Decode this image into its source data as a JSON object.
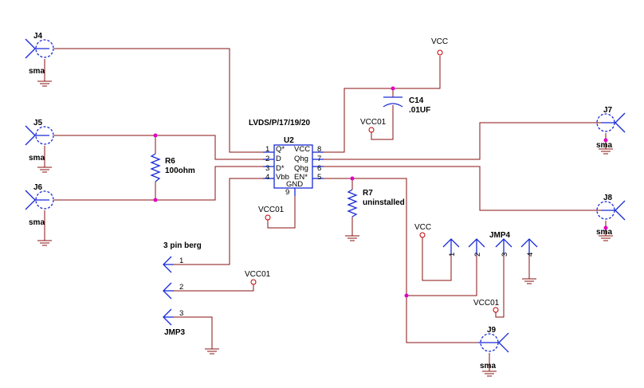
{
  "title": "LVDS/P/17/19/20",
  "ic": {
    "ref": "U2",
    "left_pins": [
      {
        "num": "1",
        "name": "Q*"
      },
      {
        "num": "2",
        "name": "D"
      },
      {
        "num": "3",
        "name": "D*"
      },
      {
        "num": "4",
        "name": "Vbb"
      }
    ],
    "right_pins": [
      {
        "num": "8",
        "name": "VCC"
      },
      {
        "num": "7",
        "name": "Qhg"
      },
      {
        "num": "6",
        "name": "Qhg"
      },
      {
        "num": "5",
        "name": "EN*"
      }
    ],
    "bottom_pin": {
      "num": "9",
      "name": "GND"
    }
  },
  "connectors": {
    "J4": {
      "ref": "J4",
      "type": "sma"
    },
    "J5": {
      "ref": "J5",
      "type": "sma"
    },
    "J6": {
      "ref": "J6",
      "type": "sma"
    },
    "J7": {
      "ref": "J7",
      "type": "sma"
    },
    "J8": {
      "ref": "J8",
      "type": "sma"
    },
    "J9": {
      "ref": "J9",
      "type": "sma"
    }
  },
  "resistors": {
    "R6": {
      "ref": "R6",
      "value": "100ohm"
    },
    "R7": {
      "ref": "R7",
      "value": "uninstalled"
    }
  },
  "capacitor": {
    "ref": "C14",
    "value": ".01UF"
  },
  "power": {
    "vcc_top": "VCC",
    "vcc01_cap": "VCC01",
    "vcc01_gnd": "VCC01",
    "vcc01_berg": "VCC01",
    "vcc_jmp": "VCC",
    "vcc01_jmp": "VCC01"
  },
  "jmp3": {
    "ref": "JMP3",
    "desc": "3 pin berg",
    "pins": [
      "1",
      "2",
      "3"
    ]
  },
  "jmp4": {
    "ref": "JMP4",
    "pins": [
      "1",
      "2",
      "3",
      "4"
    ]
  }
}
